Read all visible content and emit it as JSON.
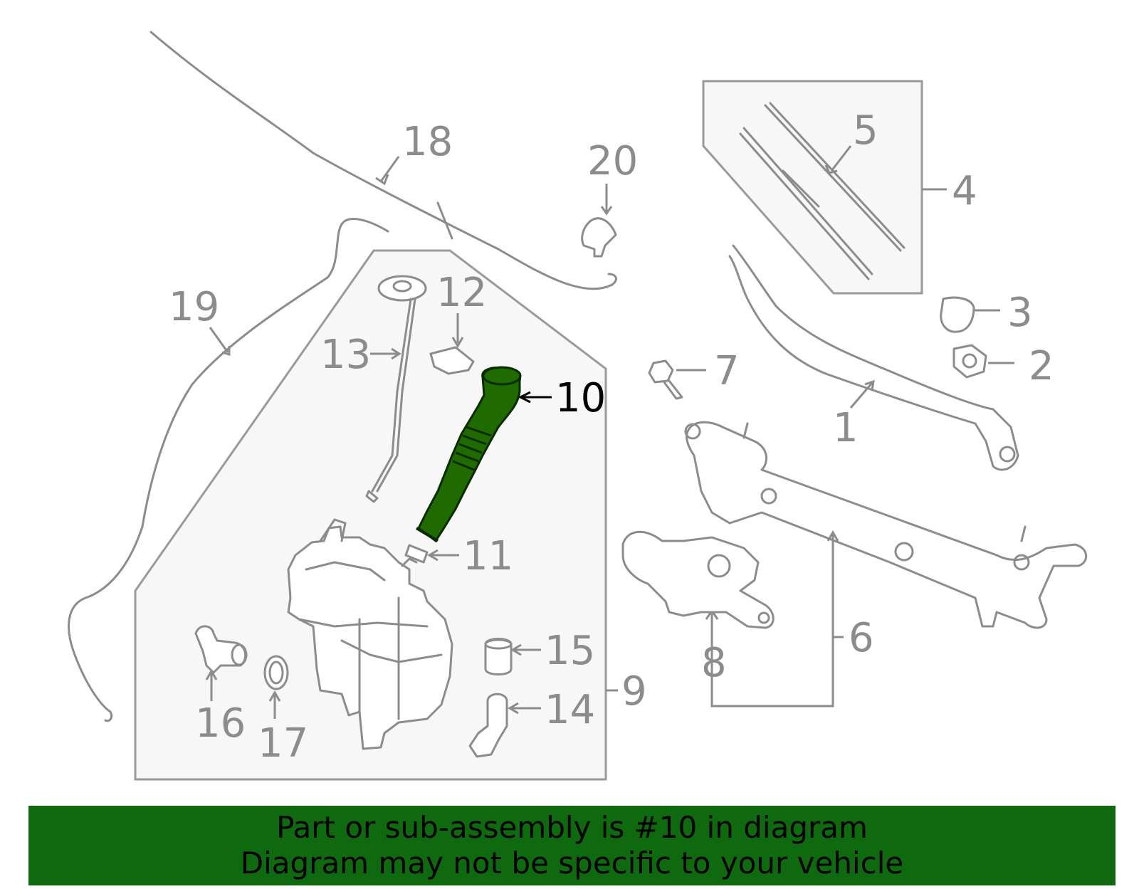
{
  "diagram": {
    "callouts": [
      {
        "id": "1",
        "label": "1"
      },
      {
        "id": "2",
        "label": "2"
      },
      {
        "id": "3",
        "label": "3"
      },
      {
        "id": "4",
        "label": "4"
      },
      {
        "id": "5",
        "label": "5"
      },
      {
        "id": "6",
        "label": "6"
      },
      {
        "id": "7",
        "label": "7"
      },
      {
        "id": "8",
        "label": "8"
      },
      {
        "id": "9",
        "label": "9"
      },
      {
        "id": "10",
        "label": "10"
      },
      {
        "id": "11",
        "label": "11"
      },
      {
        "id": "12",
        "label": "12"
      },
      {
        "id": "13",
        "label": "13"
      },
      {
        "id": "14",
        "label": "14"
      },
      {
        "id": "15",
        "label": "15"
      },
      {
        "id": "16",
        "label": "16"
      },
      {
        "id": "17",
        "label": "17"
      },
      {
        "id": "18",
        "label": "18"
      },
      {
        "id": "19",
        "label": "19"
      },
      {
        "id": "20",
        "label": "20"
      }
    ],
    "highlighted_part": "10",
    "colors": {
      "highlight": "#1f6b00",
      "banner": "#0f6a0f",
      "linework": "#8c8c8c"
    }
  },
  "banner": {
    "line1": "Part or sub-assembly is #10 in diagram",
    "line2": "Diagram may not be specific to your vehicle"
  }
}
